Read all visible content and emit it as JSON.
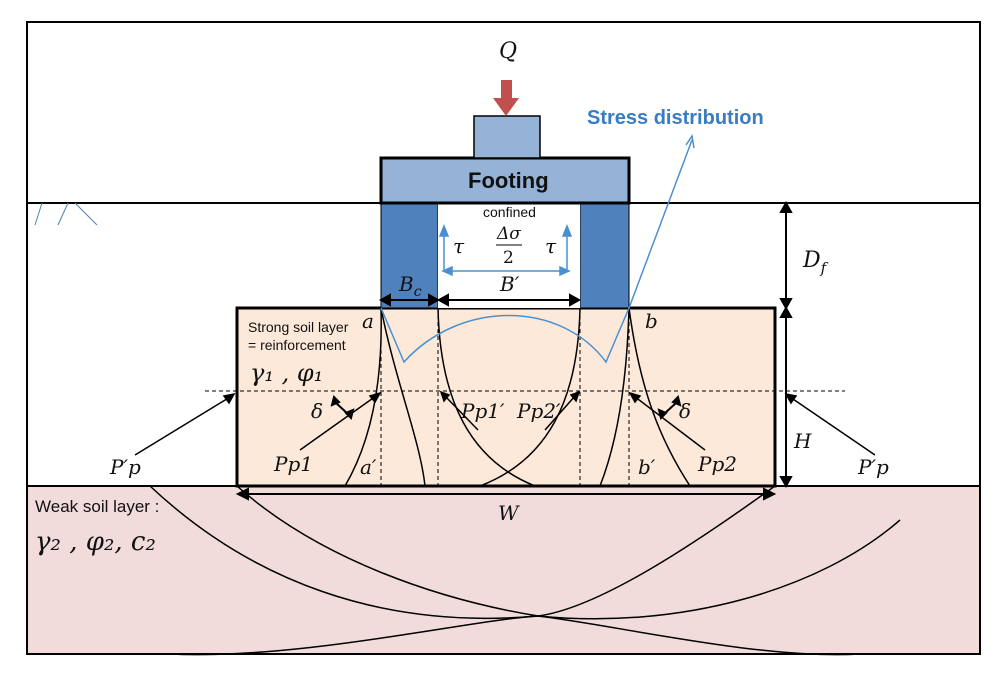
{
  "labels": {
    "load": "Q",
    "stress_distribution": "Stress distribution",
    "footing": "Footing",
    "confined": "confined",
    "tau_left": "τ",
    "tau_right": "τ",
    "delta_sigma": "Δσ",
    "two": "2",
    "bc_base": "B",
    "bc_sub": "c",
    "b_prime": "B′",
    "df_base": "D",
    "df_sub": "f",
    "strong_layer_line1": "Strong soil layer",
    "strong_layer_line2": "= reinforcement",
    "gamma1": "γ₁ , φ₁",
    "point_a": "a",
    "point_b": "b",
    "point_a_prime": "a′",
    "point_b_prime": "b′",
    "delta_left": "δ",
    "delta_right": "δ",
    "pp1_inner": "Pp1′",
    "pp2_inner": "Pp2′",
    "pp1": "Pp1",
    "pp2": "Pp2",
    "pp_left": "P′p",
    "pp_right": "P′p",
    "h": "H",
    "w": "W",
    "weak_layer": "Weak soil layer :",
    "gamma2": "γ₂ , φ₂, c₂"
  },
  "colors": {
    "footing_fill": "#95b3d7",
    "column_fill": "#4f81bd",
    "arrow_fill": "#c0504d",
    "strong_soil": "#fde9d9",
    "weak_soil": "#f2dcdb",
    "stress_line": "#4a90d0"
  }
}
